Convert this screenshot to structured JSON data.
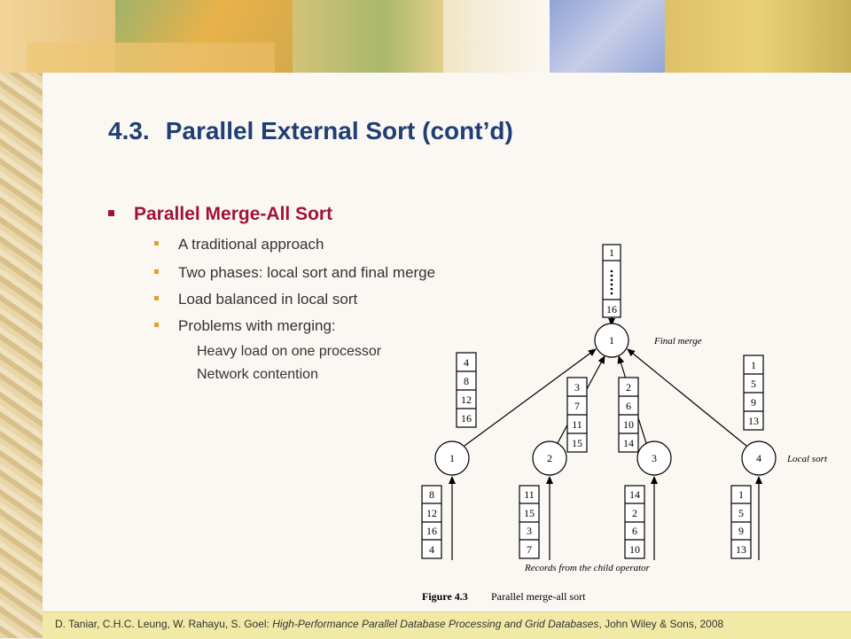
{
  "slide": {
    "title_number": "4.3.",
    "title_text": "Parallel External Sort (cont’d)",
    "bullet": "Parallel Merge-All Sort",
    "subbullets": [
      "A traditional approach",
      "Two phases: local sort and final merge",
      "Load balanced in local sort",
      "Problems with merging:"
    ],
    "subsubbullets": [
      "Heavy load on one processor",
      "Network contention"
    ]
  },
  "figure": {
    "final_node": "1",
    "final_output_top": "1",
    "final_output_bottom": "16",
    "final_merge_label": "Final merge",
    "local_sort_label": "Local sort",
    "records_label": "Records from the child operator",
    "caption_label": "Figure 4.3",
    "caption_text": "Parallel merge-all sort",
    "processors": [
      {
        "id": "1",
        "sorted": [
          "4",
          "8",
          "12",
          "16"
        ],
        "input": [
          "8",
          "12",
          "16",
          "4"
        ]
      },
      {
        "id": "2",
        "sorted": [
          "3",
          "7",
          "11",
          "15"
        ],
        "input": [
          "11",
          "15",
          "3",
          "7"
        ]
      },
      {
        "id": "3",
        "sorted": [
          "2",
          "6",
          "10",
          "14"
        ],
        "input": [
          "14",
          "2",
          "6",
          "10"
        ]
      },
      {
        "id": "4",
        "sorted": [
          "1",
          "5",
          "9",
          "13"
        ],
        "input": [
          "1",
          "5",
          "9",
          "13"
        ]
      }
    ]
  },
  "footer": {
    "authors": "D. Taniar, C.H.C. Leung, W. Rahayu, S. Goel:",
    "book": "High-Performance Parallel Database Processing and Grid Databases",
    "publisher": ", John Wiley & Sons, 2008"
  },
  "colors": {
    "title": "#1f3f75",
    "bullet": "#a1123a",
    "subbullet_marker": "#e0a030"
  }
}
